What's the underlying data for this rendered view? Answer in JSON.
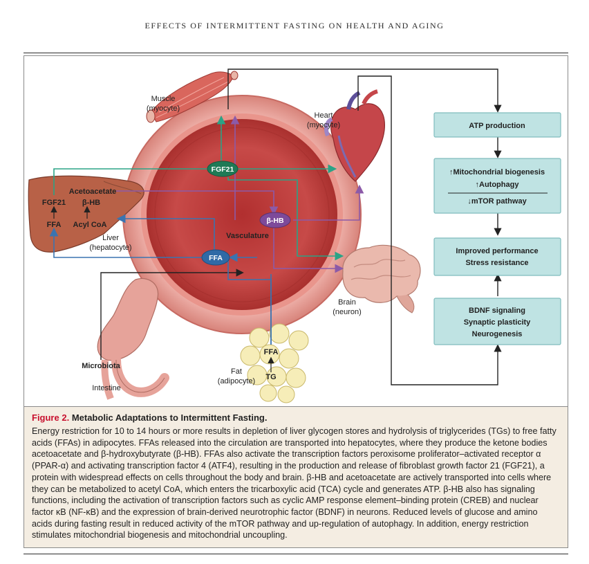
{
  "header": {
    "running_head": "EFFECTS OF INTERMITTENT FASTING ON HEALTH AND AGING"
  },
  "labels": {
    "muscle": "Muscle",
    "muscle_cell": "(myocyte)",
    "heart": "Heart",
    "heart_cell": "(myocyte)",
    "liver": "Liver",
    "liver_cell": "(hepatocyte)",
    "brain": "Brain",
    "brain_cell": "(neuron)",
    "fat": "Fat",
    "fat_cell": "(adipocyte)",
    "intestine": "Intestine",
    "microbiota": "Microbiota",
    "vasculature": "Vasculature",
    "fgf21_liver": "FGF21",
    "ffa_liver": "FFA",
    "acetoacetate": "Acetoacetate",
    "bhb_liver": "β-HB",
    "acyl_coa": "Acyl CoA",
    "ffa_fat": "FFA",
    "tg_fat": "TG"
  },
  "nodes": {
    "fgf21": "FGF21",
    "bhb": "β-HB",
    "ffa": "FFA"
  },
  "colors": {
    "teal": "#2aa386",
    "purple": "#8c5aa8",
    "blue": "#3a74b0",
    "box_fill": "#bfe3e3",
    "box_stroke": "#7fbcbd",
    "caption_bg": "#f4ede2",
    "figure_red": "#c8102e"
  },
  "outcomes": {
    "box1": "ATP production",
    "box2_line1": "↑Mitochondrial biogenesis",
    "box2_line2": "↑Autophagy",
    "box2_line3": "↓mTOR pathway",
    "box3_line1": "Improved performance",
    "box3_line2": "Stress resistance",
    "box4_line1": "BDNF signaling",
    "box4_line2": "Synaptic plasticity",
    "box4_line3": "Neurogenesis"
  },
  "caption": {
    "figure_number": "Figure 2.",
    "figure_title": "Metabolic Adaptations to Intermittent Fasting.",
    "body": "Energy restriction for 10 to 14 hours or more results in depletion of liver glycogen stores and hydrolysis of triglycerides (TGs) to free fatty acids (FFAs) in adipocytes. FFAs released into the circulation are transported into hepatocytes, where they produce the ketone bodies acetoacetate and β-hydroxybutyrate (β-HB). FFAs also activate the transcription factors peroxisome proliferator–activated receptor α (PPAR-α) and activating transcription factor 4 (ATF4), resulting in the production and release of fibroblast growth factor 21 (FGF21), a protein with widespread effects on cells throughout the body and brain. β-HB and acetoacetate are actively transported into cells where they can be metabolized to acetyl CoA, which enters the tricarboxylic acid (TCA) cycle and generates ATP. β-HB also has signaling functions, including the activation of transcription factors such as cyclic AMP response element–binding protein (CREB) and nuclear factor κB (NF-κB) and the expression of brain-derived neurotrophic factor (BDNF) in neurons. Reduced levels of glucose and amino acids during fasting result in reduced activity of the mTOR pathway and up-regulation of autophagy. In addition, energy restriction stimulates mitochondrial biogenesis and mitochondrial uncoupling."
  }
}
